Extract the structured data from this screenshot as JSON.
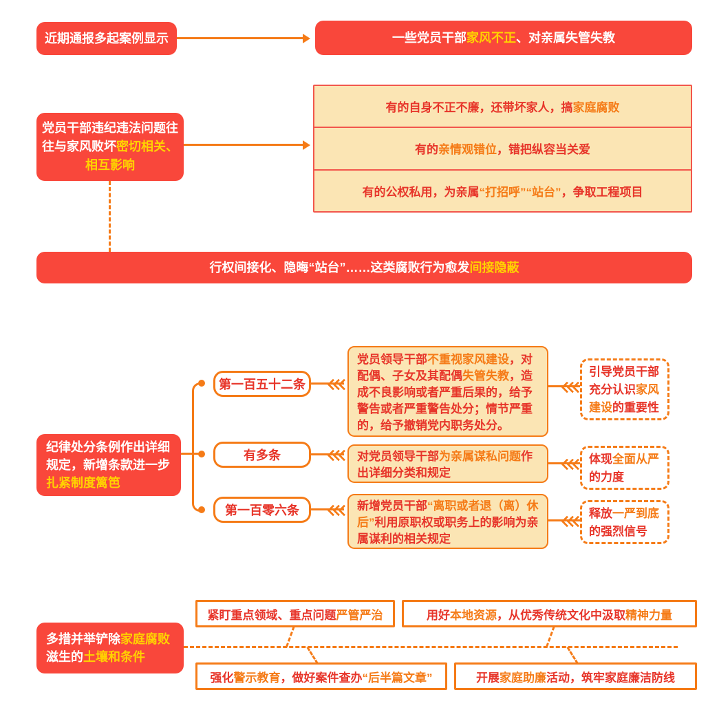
{
  "palette": {
    "red": "#f9473b",
    "tred": "#e7352a",
    "orange": "#f57b17",
    "yellow": "#ffd200",
    "cream": "#fbe5b4",
    "pred": "#f2564c"
  },
  "section1": {
    "left_box": [
      {
        "t": "近期通报多起案例显示"
      }
    ],
    "right_box": [
      {
        "t": "一些党员干部"
      },
      {
        "t": "家风不正",
        "c": "y"
      },
      {
        "t": "、对亲属失管失教"
      }
    ]
  },
  "section2": {
    "left_box": [
      {
        "t": "党员干部违纪违法问题往往与家风败坏"
      },
      {
        "t": "密切相关、相互影响",
        "c": "y"
      }
    ],
    "rows": [
      [
        {
          "t": "有的自身不正不廉，还带坏家人，搞"
        },
        {
          "t": "家庭腐败",
          "c": "o"
        }
      ],
      [
        {
          "t": "有的"
        },
        {
          "t": "亲情观错位",
          "c": "o"
        },
        {
          "t": "，错把纵容当关爱"
        }
      ],
      [
        {
          "t": "有的公权私用，为亲属"
        },
        {
          "t": "“打招呼”“站台”",
          "c": "o"
        },
        {
          "t": "，争取工程项目"
        }
      ]
    ]
  },
  "banner": [
    {
      "t": "行权间接化、隐晦“站台”……这类腐败行为愈发"
    },
    {
      "t": "间接隐蔽",
      "c": "y"
    }
  ],
  "section3": {
    "left_box": [
      {
        "t": "纪律处分条例作出详细规定，新增条款进一步"
      },
      {
        "t": "扎紧制度篱笆",
        "c": "y"
      }
    ],
    "rows": [
      {
        "label": [
          {
            "t": "第一百五十二条"
          }
        ],
        "detail": [
          {
            "t": "党员领导干部"
          },
          {
            "t": "不重视家风建设",
            "c": "o"
          },
          {
            "t": "，对配偶、子女及其配偶"
          },
          {
            "t": "失管失教",
            "c": "o"
          },
          {
            "t": "，造成不良影响或者严重后果的，给予警告或者严重警告处分；情节严重的，给予撤销党内职务处分。"
          }
        ],
        "note": [
          {
            "t": "引导党员干部充分认识"
          },
          {
            "t": "家风建设",
            "c": "o"
          },
          {
            "t": "的重要性"
          }
        ]
      },
      {
        "label": [
          {
            "t": "有多条"
          }
        ],
        "detail": [
          {
            "t": "对党员领导干部"
          },
          {
            "t": "为亲属谋私问题",
            "c": "o"
          },
          {
            "t": "作出详细分类和规定"
          }
        ],
        "note": [
          {
            "t": "体现"
          },
          {
            "t": "全面从严",
            "c": "o"
          },
          {
            "t": "的力度"
          }
        ]
      },
      {
        "label": [
          {
            "t": "第一百零六条"
          }
        ],
        "detail": [
          {
            "t": "新增党员干部"
          },
          {
            "t": "“离职或者退（离）休后”",
            "c": "o"
          },
          {
            "t": "利用原职权或职务上的影响为亲属谋利的相关规定"
          }
        ],
        "note": [
          {
            "t": "释放"
          },
          {
            "t": "一严到底",
            "c": "o"
          },
          {
            "t": "的强烈信号"
          }
        ]
      }
    ]
  },
  "section4": {
    "left_box": [
      {
        "t": "多措并举铲除"
      },
      {
        "t": "家庭腐败",
        "c": "y"
      },
      {
        "t": "滋生的"
      },
      {
        "t": "土壤和条件",
        "c": "y"
      }
    ],
    "boxes": [
      [
        {
          "t": "紧盯重点领域、重点问题"
        },
        {
          "t": "严管严治",
          "c": "o"
        }
      ],
      [
        {
          "t": "用好"
        },
        {
          "t": "本地资源",
          "c": "o"
        },
        {
          "t": "，从优秀传统文化中汲取"
        },
        {
          "t": "精神力量",
          "c": "o"
        }
      ],
      [
        {
          "t": "强化"
        },
        {
          "t": "警示教育",
          "c": "o"
        },
        {
          "t": "，做好案件查办"
        },
        {
          "t": "“后半篇文章”",
          "c": "o"
        }
      ],
      [
        {
          "t": "开展"
        },
        {
          "t": "家庭助廉",
          "c": "o"
        },
        {
          "t": "活动，筑牢家庭廉洁防线"
        }
      ]
    ]
  }
}
